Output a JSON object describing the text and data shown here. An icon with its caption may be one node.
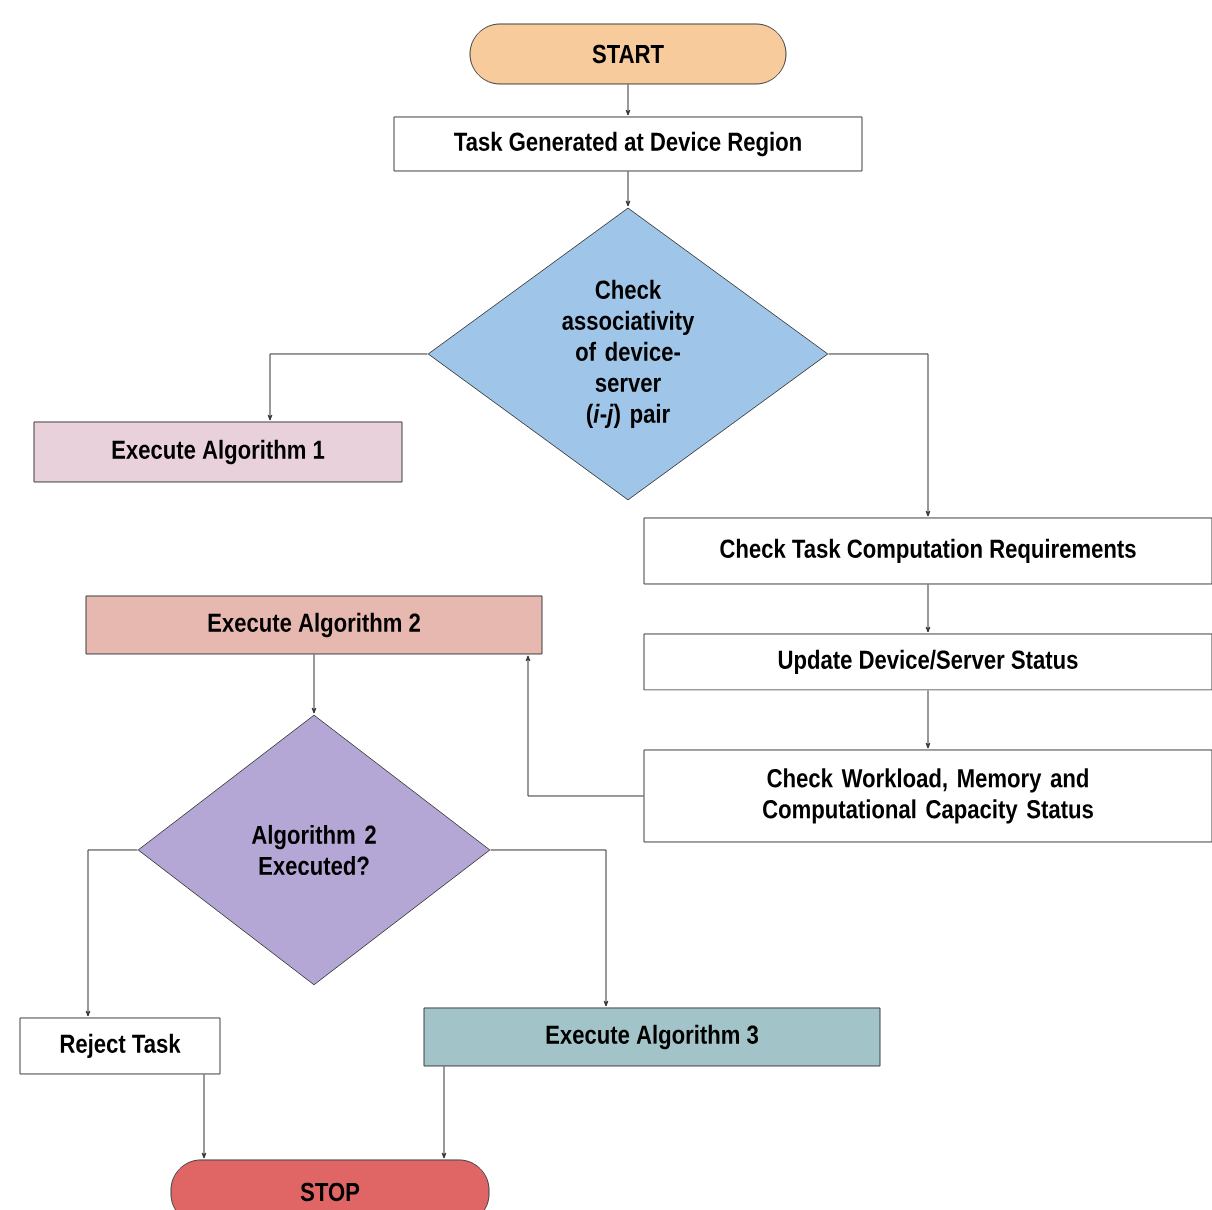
{
  "diagram": {
    "nodes": [
      {
        "text": [
          "START"
        ]
      },
      {
        "text": [
          "Task Generated at Device Region"
        ]
      },
      {
        "text": [
          "Check associativity of device-server (*i*-*j*) pair"
        ]
      },
      {
        "text": [
          "Execute Algorithm 1"
        ]
      },
      {
        "text": [
          "Check Task Computation Requirements"
        ]
      },
      {
        "text": [
          "Execute Algorithm 2"
        ]
      },
      {
        "text": [
          "Update Device/Server Status"
        ]
      },
      {
        "text": [
          "Check Workload, Memory and Computational Capacity Status"
        ]
      },
      {
        "text": [
          "Algorithm 2 Executed?"
        ]
      },
      {
        "text": [
          "Reject Task"
        ]
      },
      {
        "text": [
          "Execute Algorithm 3"
        ]
      },
      {
        "text": [
          "STOP"
        ]
      }
    ],
    "edges": [
      {
        "from": 0,
        "to": 1,
        "arrow": "to"
      },
      {
        "from": 1,
        "to": 2,
        "arrow": "to"
      },
      {
        "from": 2,
        "to": 3,
        "arrow": "to"
      },
      {
        "from": 2,
        "to": 4,
        "arrow": "to"
      },
      {
        "from": 4,
        "to": 6,
        "arrow": "to"
      },
      {
        "from": 6,
        "to": 7,
        "arrow": "to"
      },
      {
        "from": 7,
        "to": 5,
        "arrow": "to"
      },
      {
        "from": 5,
        "to": 8,
        "arrow": "to"
      },
      {
        "from": 8,
        "to": 9,
        "arrow": "to"
      },
      {
        "from": 8,
        "to": 10,
        "arrow": "to"
      },
      {
        "from": 9,
        "to": 11,
        "arrow": "to"
      },
      {
        "from": 10,
        "to": 11,
        "arrow": "to"
      }
    ]
  }
}
